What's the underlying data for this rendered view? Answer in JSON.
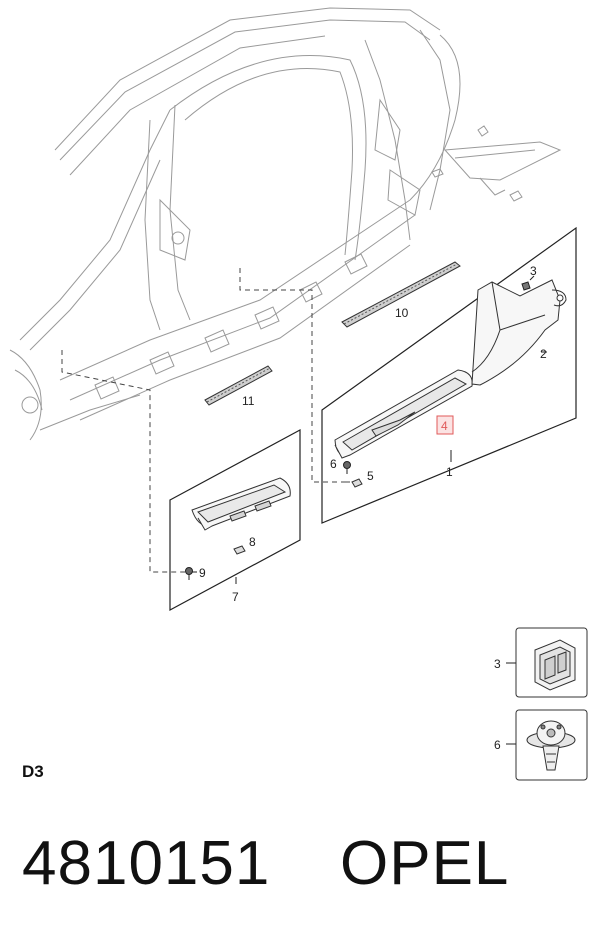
{
  "diagram": {
    "callouts": {
      "c1": "1",
      "c2": "2",
      "c3": "3",
      "c4": "4",
      "c5": "5",
      "c6": "6",
      "c7": "7",
      "c8": "8",
      "c9": "9",
      "c10": "10",
      "c11": "11"
    },
    "detail_callouts": {
      "d3": "3",
      "d6": "6"
    },
    "highlight_color": "#e05a5a",
    "line_color": "#333333",
    "ghost_color": "#9a9a9a"
  },
  "section_code": "D3",
  "part_number": "4810151",
  "brand": "OPEL"
}
